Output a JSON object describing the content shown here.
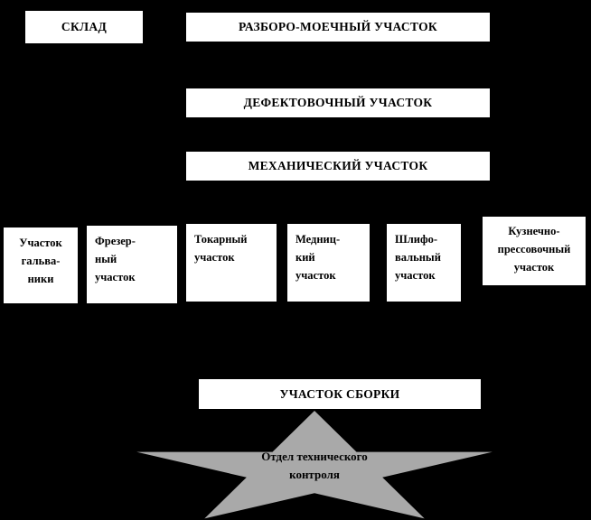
{
  "colors": {
    "background": "#000000",
    "node_background": "#ffffff",
    "node_text": "#000000",
    "star_fill": "#a9a9a9",
    "star_text": "#000000"
  },
  "nodes": {
    "warehouse": {
      "label": "СКЛАД"
    },
    "disassembly_washing": {
      "label": "РАЗБОРО-МОЕЧНЫЙ УЧАСТОК"
    },
    "defect_inspection": {
      "label": "ДЕФЕКТОВОЧНЫЙ УЧАСТОК"
    },
    "mechanical": {
      "label": "МЕХАНИЧЕСКИЙ УЧАСТОК"
    },
    "galvanics": {
      "label": "Участок\nгальва-\nники"
    },
    "milling": {
      "label": "Фрезер-\nный\nучасток"
    },
    "turning": {
      "label": "Токарный\nучасток"
    },
    "coppersmith": {
      "label": "Медниц-\nкий\nучасток"
    },
    "grinding": {
      "label": "Шлифо-\nвальный\nучасток"
    },
    "forge_pressing": {
      "label": "Кузнечно-\nпрессовочный\nучасток"
    },
    "assembly": {
      "label": "УЧАСТОК СБОРКИ"
    },
    "technical_control": {
      "label": "Отдел технического\nконтроля"
    }
  }
}
